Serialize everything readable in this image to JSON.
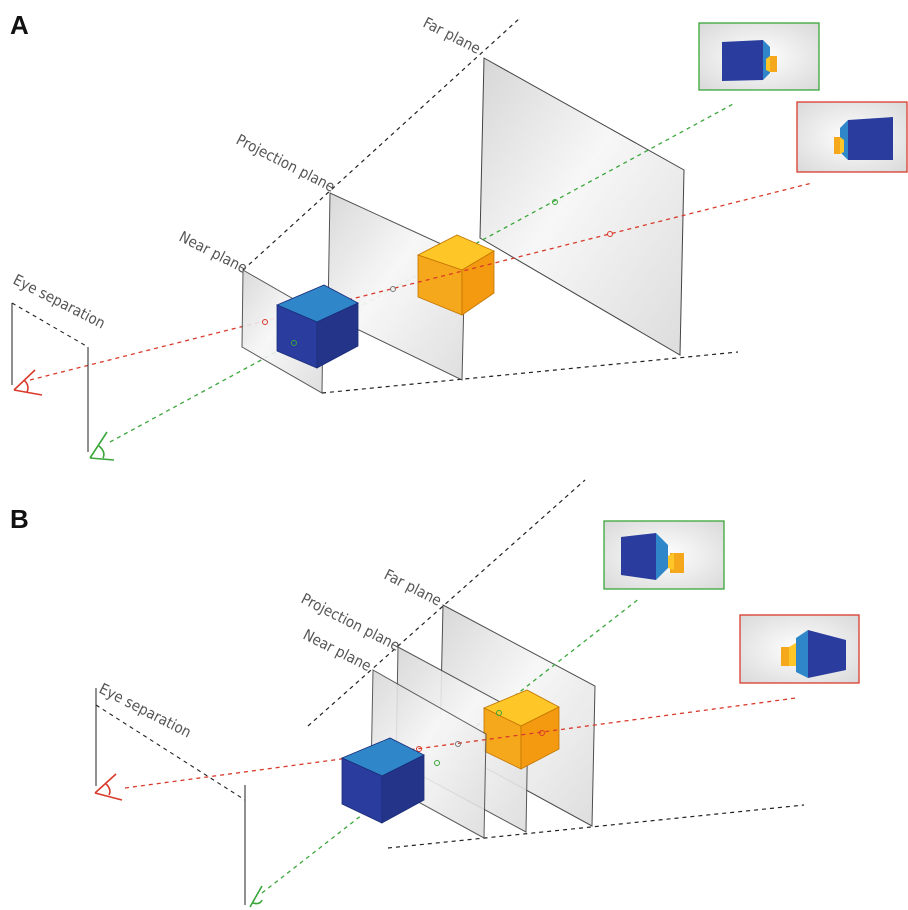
{
  "figure": {
    "panel_a": {
      "letter": "A",
      "labels": {
        "far_plane": "Far plane",
        "projection_plane": "Projection plane",
        "near_plane": "Near plane",
        "eye_separation": "Eye separation"
      }
    },
    "panel_b": {
      "letter": "B",
      "labels": {
        "far_plane": "Far plane",
        "projection_plane": "Projection plane",
        "near_plane": "Near plane",
        "eye_separation": "Eye separation"
      }
    },
    "colors": {
      "left_eye": "#d93a2b",
      "right_eye": "#3aa63a",
      "blue_cube": "#2a3d9e",
      "blue_cube_top": "#2f86c9",
      "orange_cube": "#f6a81c",
      "orange_cube_top": "#ffc627",
      "plane_fill": "#e9e9e9"
    }
  }
}
